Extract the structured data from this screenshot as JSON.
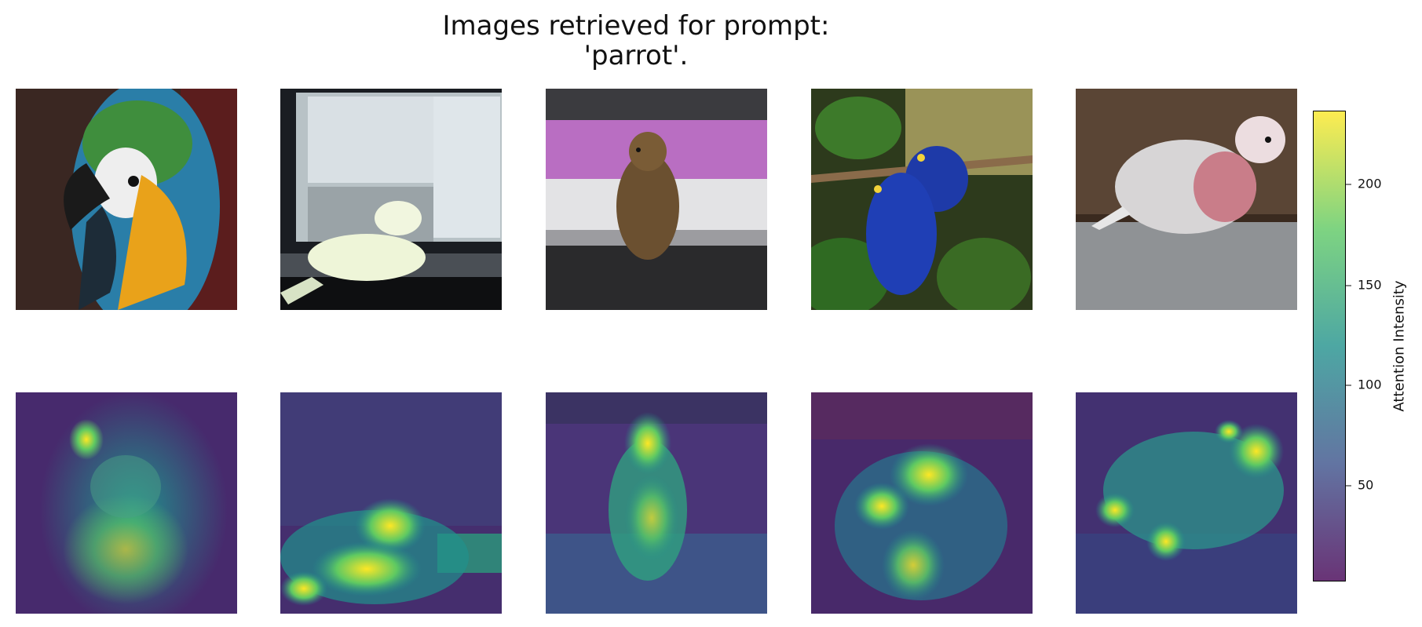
{
  "title_line1": "Images retrieved for prompt:",
  "title_line2": "'parrot'.",
  "colorbar": {
    "label": "Attention Intensity",
    "ticks": [
      "200",
      "150",
      "100",
      "50"
    ],
    "colormap": "viridis",
    "colors": {
      "low": "#440154",
      "mid_low": "#3b528b",
      "mid": "#21918c",
      "mid_high": "#5ec962",
      "high": "#fde725"
    }
  },
  "images": [
    {
      "subject": "blue-and-yellow macaw close-up"
    },
    {
      "subject": "budgie on laptop in front of monitor"
    },
    {
      "subject": "chick standing on laptop keyboard"
    },
    {
      "subject": "two hyacinth macaws on branch"
    },
    {
      "subject": "galah cockatoo on laptop"
    }
  ]
}
